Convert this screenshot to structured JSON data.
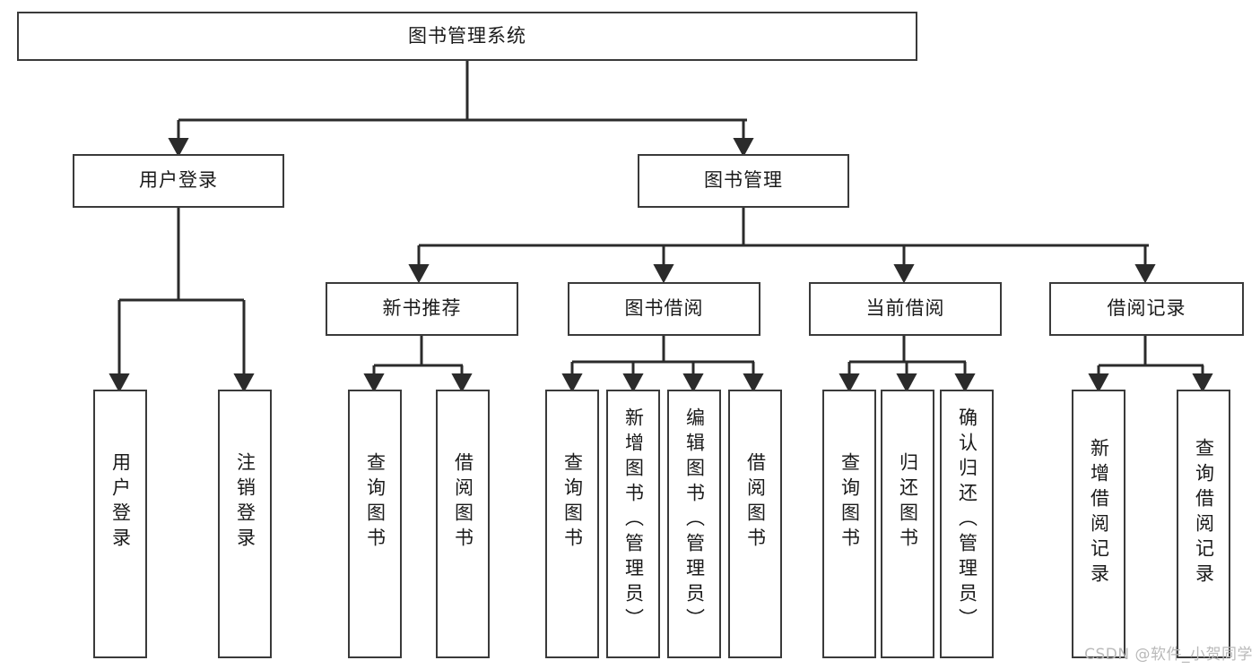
{
  "diagram": {
    "type": "tree-hierarchy",
    "title": "图书管理系统",
    "orientation": "top-down",
    "colors": {
      "box_border": "#3a3a3a",
      "box_fill": "#ffffff",
      "connector": "#2b2b2b",
      "text": "#1a1a1a",
      "watermark": "#b9b9b9",
      "background": "#ffffff"
    },
    "levels": {
      "root": {
        "label": "图书管理系统"
      },
      "level2": [
        {
          "label": "用户登录"
        },
        {
          "label": "图书管理"
        }
      ],
      "level3": [
        {
          "label": "新书推荐"
        },
        {
          "label": "图书借阅"
        },
        {
          "label": "当前借阅"
        },
        {
          "label": "借阅记录"
        }
      ],
      "leaves": {
        "user_login": [
          {
            "label": "用户登录"
          },
          {
            "label": "注销登录"
          }
        ],
        "new_book_recommend": [
          {
            "label": "查询图书"
          },
          {
            "label": "借阅图书"
          }
        ],
        "book_borrow": [
          {
            "label": "查询图书"
          },
          {
            "label": "新增图书（管理员）"
          },
          {
            "label": "编辑图书（管理员）"
          },
          {
            "label": "借阅图书"
          }
        ],
        "current_borrow": [
          {
            "label": "查询图书"
          },
          {
            "label": "归还图书"
          },
          {
            "label": "确认归还（管理员）"
          }
        ],
        "borrow_record": [
          {
            "label": "新增借阅记录"
          },
          {
            "label": "查询借阅记录"
          }
        ]
      }
    },
    "watermark": "CSDN @软件_小贺同学"
  }
}
